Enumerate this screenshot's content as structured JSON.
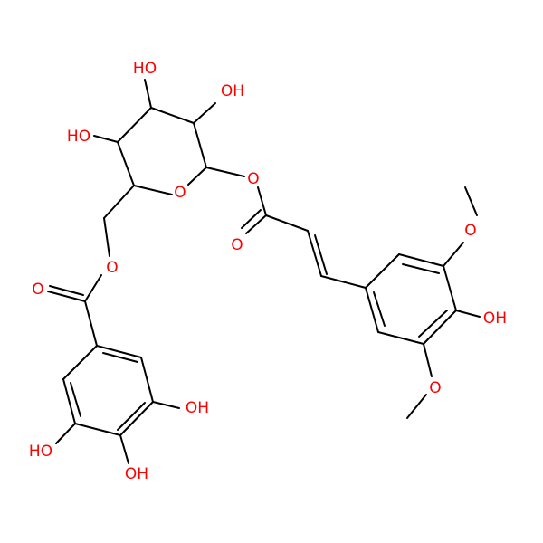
{
  "colors": {
    "bond": "#000000",
    "oxygen": "#ff0000"
  },
  "labels": {
    "ho_top": "HO",
    "oh_upper_right": "OH",
    "ho_left": "HO",
    "ring_oxygen": "O",
    "anomeric_ester_oxygen": "O",
    "carbonyl_oxygen_right": "O",
    "ester_oxygen_left": "O",
    "carbonyl_oxygen_left": "O",
    "methoxy_oxygen_top": "O",
    "phenol_oh_right": "OH",
    "methoxy_oxygen_bottom": "O",
    "gallate_oh_right": "OH",
    "gallate_ho_left": "HO",
    "gallate_oh_bottom": "OH"
  }
}
